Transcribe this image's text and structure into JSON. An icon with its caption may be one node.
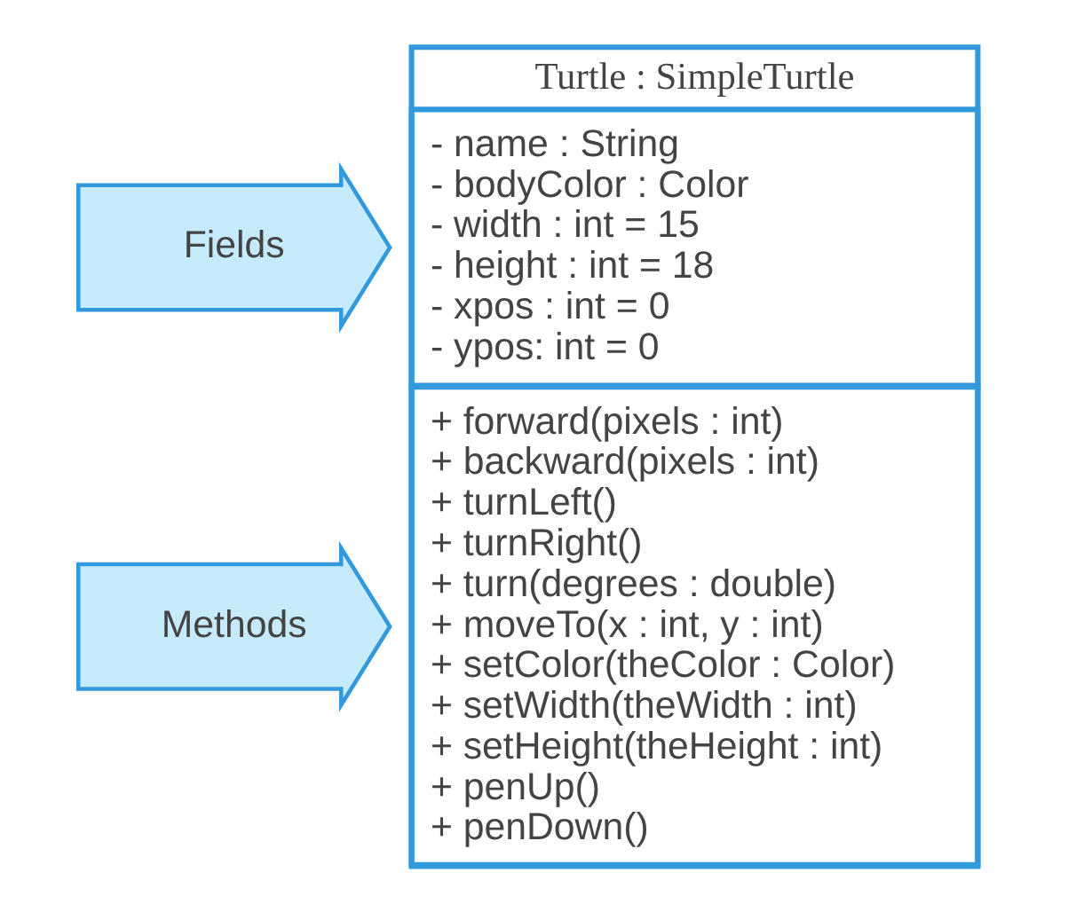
{
  "diagram": {
    "nodes": [
      {
        "text": [
          "Turtle : SimpleTurtle"
        ]
      },
      {
        "text": [
          "- name : String",
          "- bodyColor : Color",
          "- width : int = 15",
          "- height : int = 18",
          "- xpos : int = 0",
          "- ypos: int = 0"
        ],
        "in": 0
      },
      {
        "text": [
          "+ forward(pixels : int)",
          "+ backward(pixels : int)",
          "+ turnLeft()",
          "+ turnRight()",
          "+ turn(degrees : double)",
          "+ moveTo(x : int, y : int)",
          "+ setColor(theColor : Color)",
          "+ setWidth(theWidth : int)",
          "+ setHeight(theHeight : int)",
          "+ penUp()",
          "+ penDown()"
        ],
        "in": 0
      },
      {
        "text": [
          "Fields"
        ]
      },
      {
        "text": [
          "Methods"
        ]
      }
    ]
  }
}
